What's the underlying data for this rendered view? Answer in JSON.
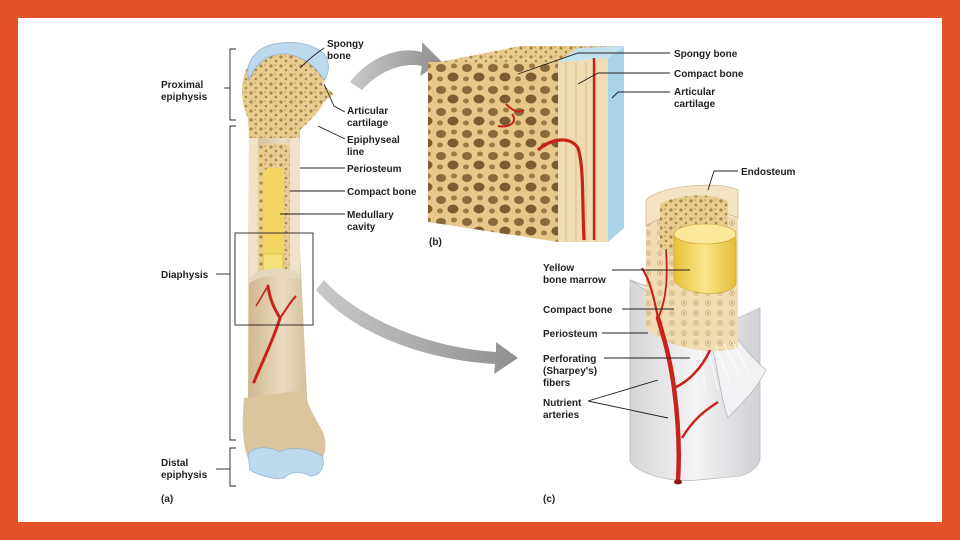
{
  "panels": {
    "a": "(a)",
    "b": "(b)",
    "c": "(c)"
  },
  "panel_a": {
    "proximal_epiphysis": [
      "Proximal",
      "epiphysis"
    ],
    "diaphysis": "Diaphysis",
    "distal_epiphysis": [
      "Distal",
      "epiphysis"
    ],
    "spongy_bone": [
      "Spongy",
      "bone"
    ],
    "articular_cartilage": [
      "Articular",
      "cartilage"
    ],
    "epiphyseal_line": [
      "Epiphyseal",
      "line"
    ],
    "periosteum": "Periosteum",
    "compact_bone": "Compact bone",
    "medullary_cavity": [
      "Medullary",
      "cavity"
    ]
  },
  "panel_b": {
    "spongy_bone": "Spongy bone",
    "compact_bone": "Compact bone",
    "articular_cartilage": [
      "Articular",
      "cartilage"
    ]
  },
  "panel_c": {
    "endosteum": "Endosteum",
    "yellow_bone_marrow": [
      "Yellow",
      "bone marrow"
    ],
    "compact_bone": "Compact bone",
    "periosteum": "Periosteum",
    "perforating_fibers": [
      "Perforating",
      "(Sharpey's)",
      "fibers"
    ],
    "nutrient_arteries": [
      "Nutrient",
      "arteries"
    ]
  },
  "colors": {
    "frame": "#e4522a",
    "bone": "#e8cf9f",
    "bone_shaft": "#dcc7a3",
    "cartilage": "#b8d7ea",
    "marrow": "#f3d64f",
    "artery": "#c8221b",
    "arrow": "#a6a6a6"
  }
}
